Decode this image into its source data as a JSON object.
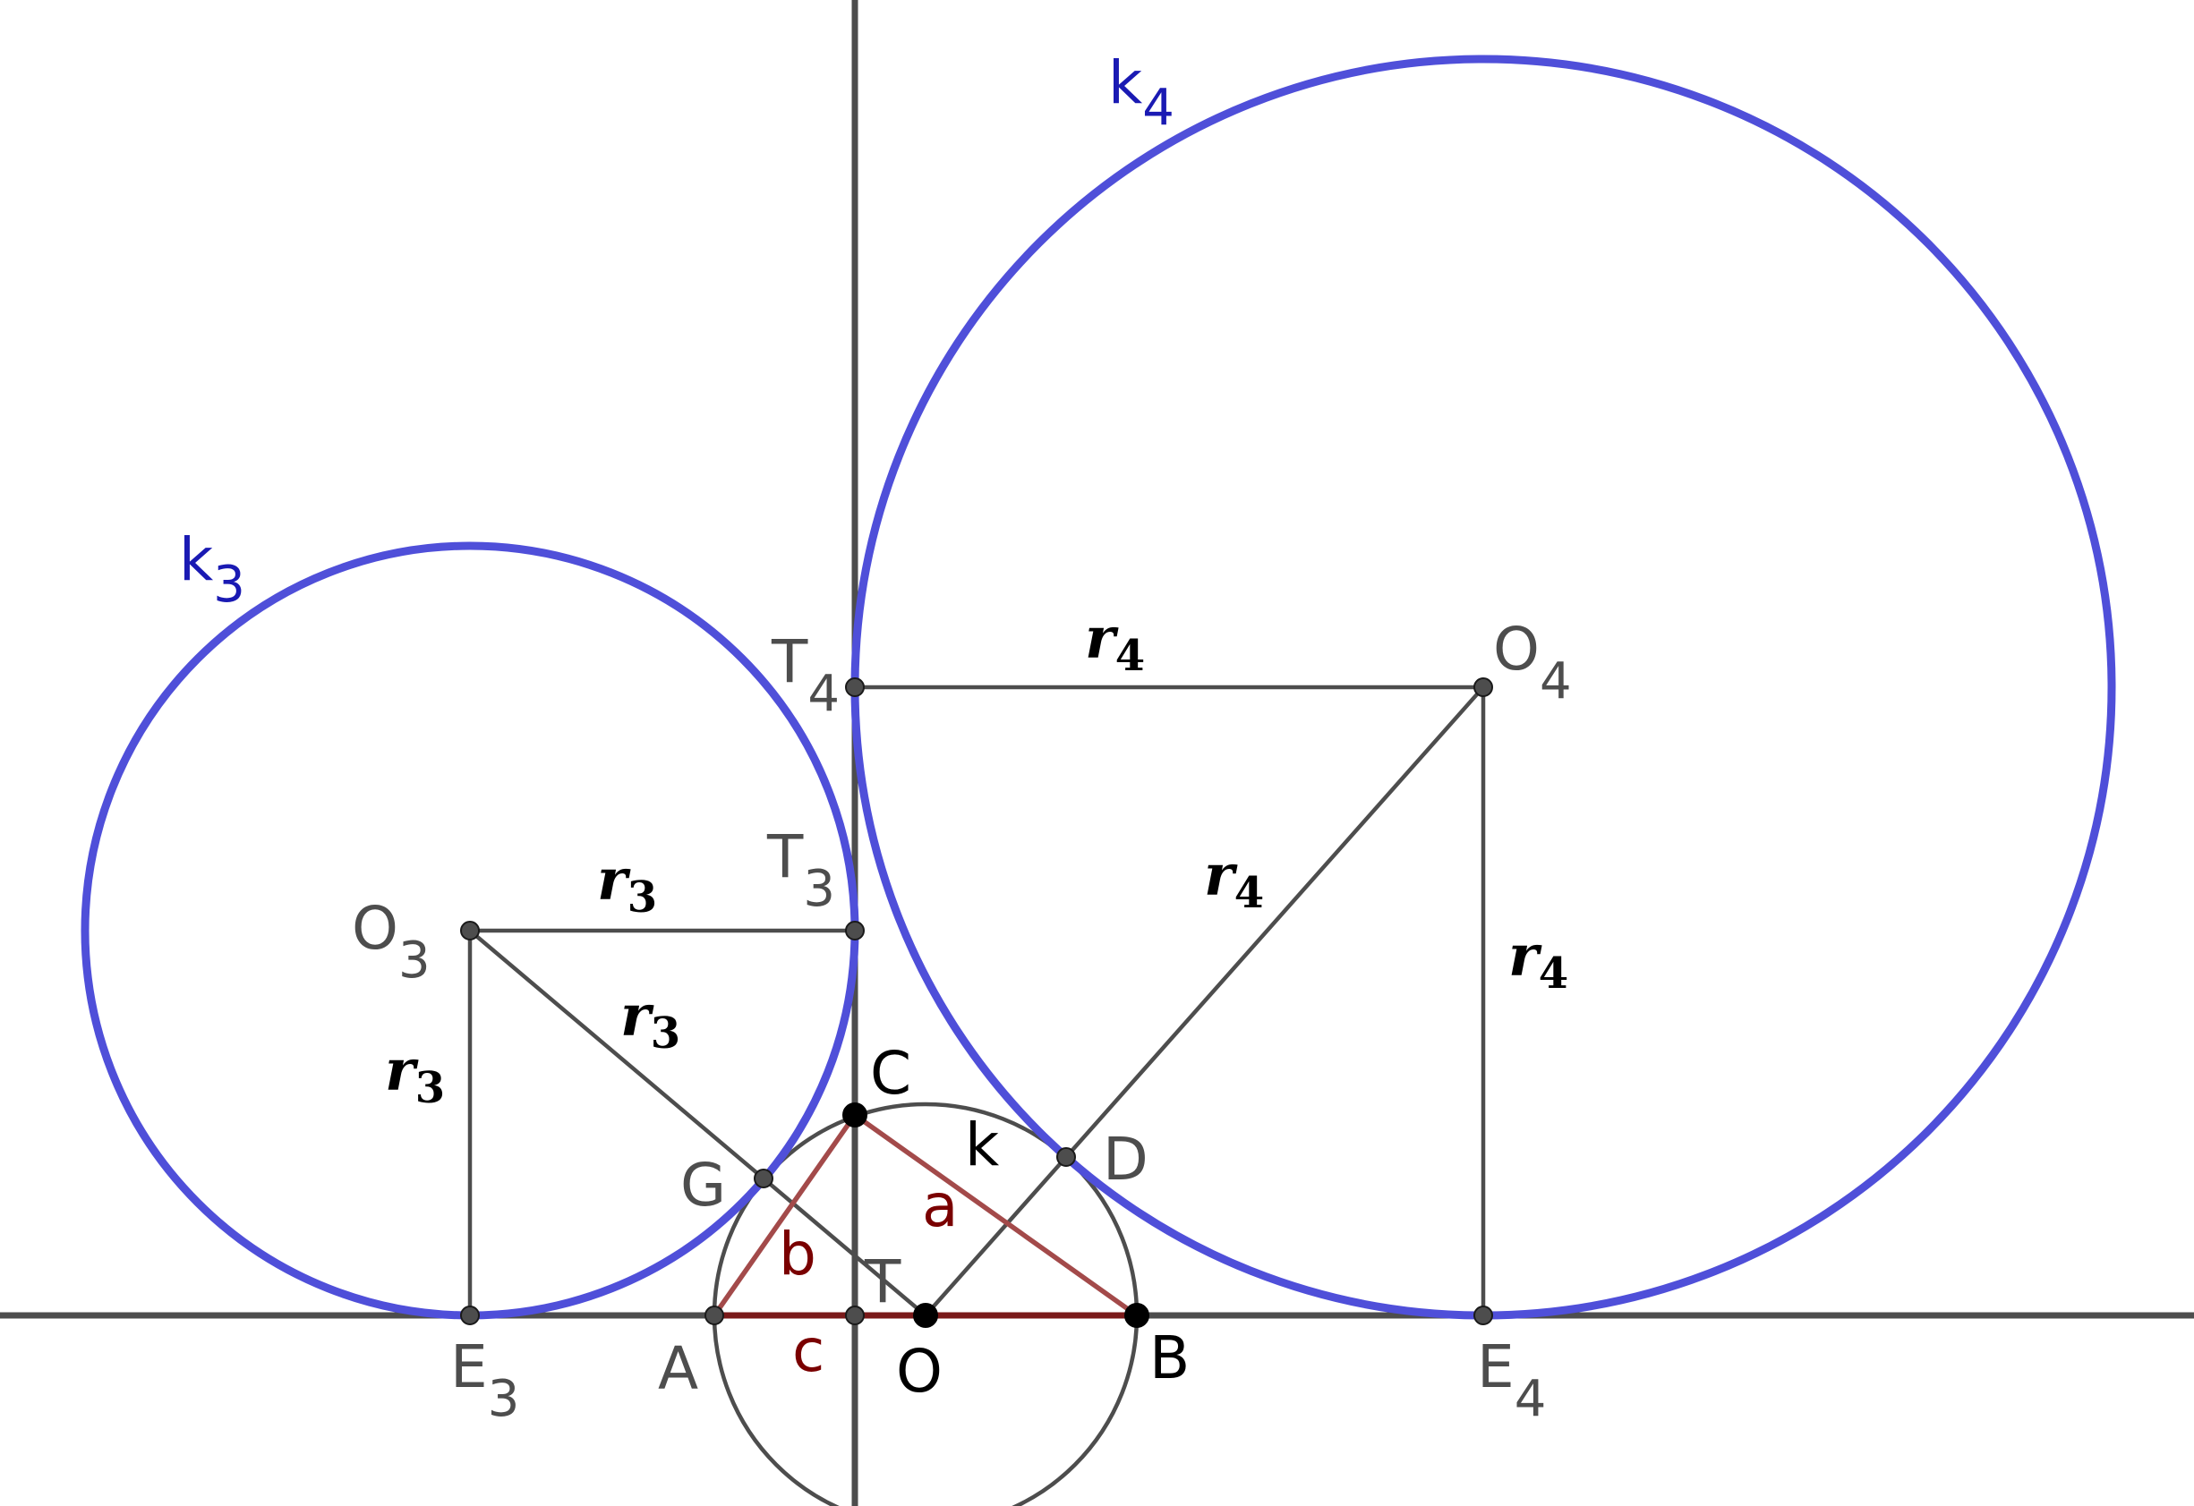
{
  "points": {
    "A": "A",
    "B": "B",
    "C": "C",
    "D": "D",
    "G": "G",
    "O": "O",
    "T": "T",
    "E3": {
      "base": "E",
      "sub": "3"
    },
    "E4": {
      "base": "E",
      "sub": "4"
    },
    "O3": {
      "base": "O",
      "sub": "3"
    },
    "O4": {
      "base": "O",
      "sub": "4"
    },
    "T3": {
      "base": "T",
      "sub": "3"
    },
    "T4": {
      "base": "T",
      "sub": "4"
    }
  },
  "circles": {
    "k": "k",
    "k3": {
      "base": "k",
      "sub": "3"
    },
    "k4": {
      "base": "k",
      "sub": "4"
    }
  },
  "sides": {
    "a": "a",
    "b": "b",
    "c": "c"
  },
  "radii": {
    "r3": {
      "base": "r",
      "sub": "3"
    },
    "r4": {
      "base": "r",
      "sub": "4"
    }
  },
  "colors": {
    "circle_blue": "#4f4fd9",
    "label_blue": "#1a1ab3",
    "triangle": "#a34a4a",
    "side_label": "#7a0000",
    "construction": "#4d4d4d"
  }
}
